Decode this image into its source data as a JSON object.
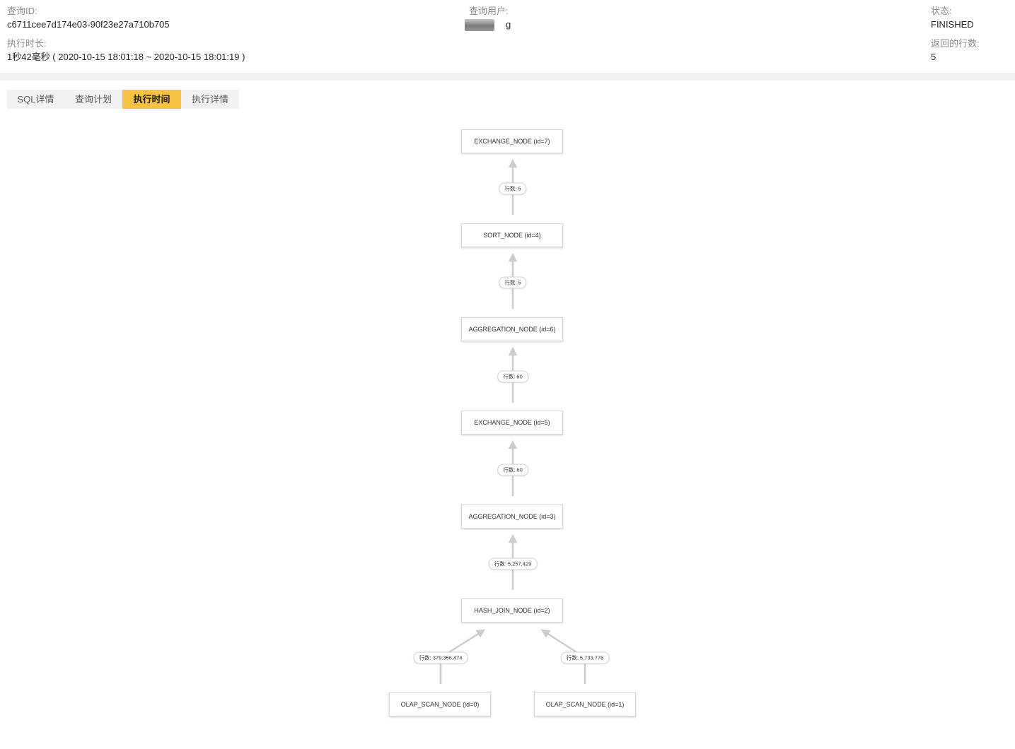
{
  "header": {
    "query_id_label": "查询ID:",
    "query_id": "c6711cee7d174e03-90f23e27a710b705",
    "user_label": "查询用户:",
    "user_value": "g",
    "status_label": "状态:",
    "status": "FINISHED",
    "duration_label": "执行时长:",
    "duration": "1秒42毫秒 ( 2020-10-15 18:01:18 ~ 2020-10-15 18:01:19 )",
    "rows_label": "返回的行数:",
    "rows": "5"
  },
  "tabs": [
    {
      "label": "SQL详情",
      "active": false
    },
    {
      "label": "查询计划",
      "active": false
    },
    {
      "label": "执行时间",
      "active": true
    },
    {
      "label": "执行详情",
      "active": false
    }
  ],
  "colors": {
    "accent": "#f5c242",
    "edge": "#cccccc"
  },
  "plan": {
    "nodes": [
      {
        "id": "n7",
        "label": "EXCHANGE_NODE (id=7)"
      },
      {
        "id": "n4",
        "label": "SORT_NODE (id=4)"
      },
      {
        "id": "n6",
        "label": "AGGREGATION_NODE (id=6)"
      },
      {
        "id": "n5",
        "label": "EXCHANGE_NODE (id=5)"
      },
      {
        "id": "n3",
        "label": "AGGREGATION_NODE (id=3)"
      },
      {
        "id": "n2",
        "label": "HASH_JOIN_NODE (id=2)"
      },
      {
        "id": "n0",
        "label": "OLAP_SCAN_NODE (id=0)"
      },
      {
        "id": "n1",
        "label": "OLAP_SCAN_NODE (id=1)"
      }
    ],
    "edges": [
      {
        "from": "n4",
        "to": "n7",
        "label": "行数: 5"
      },
      {
        "from": "n6",
        "to": "n4",
        "label": "行数: 5"
      },
      {
        "from": "n5",
        "to": "n6",
        "label": "行数: 60"
      },
      {
        "from": "n3",
        "to": "n5",
        "label": "行数: 60"
      },
      {
        "from": "n2",
        "to": "n3",
        "label": "行数: 5,257,429"
      },
      {
        "from": "n0",
        "to": "n2",
        "label": "行数: 379,356,474"
      },
      {
        "from": "n1",
        "to": "n2",
        "label": "行数: 5,733,776"
      }
    ]
  }
}
